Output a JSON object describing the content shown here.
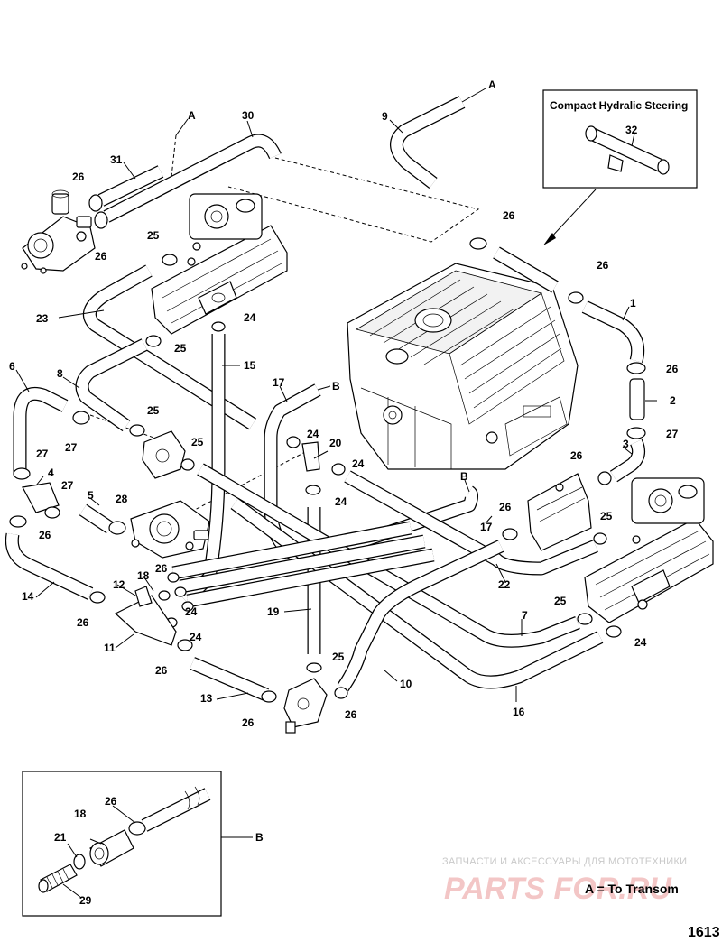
{
  "inset_steering": {
    "title": "Compact Hydralic Steering"
  },
  "legend": {
    "text": "A = To Transom"
  },
  "figure_number": "1613",
  "watermark": {
    "line1": "ЗАПЧАСТИ И АКСЕССУАРЫ ДЛЯ МОТОТЕХНИКИ",
    "line2": "PARTS FOR.RU"
  },
  "connectors": {
    "a1": "A",
    "a2": "A",
    "b1": "B",
    "b2": "B",
    "b3": "B"
  },
  "callouts": {
    "c1": "1",
    "c2": "2",
    "c3": "3",
    "c4": "4",
    "c5": "5",
    "c6": "6",
    "c7": "7",
    "c8": "8",
    "c9": "9",
    "c10": "10",
    "c11": "11",
    "c12": "12",
    "c13": "13",
    "c14": "14",
    "c15": "15",
    "c16": "16",
    "c17a": "17",
    "c17b": "17",
    "c18a": "18",
    "c18b": "18",
    "c19": "19",
    "c20": "20",
    "c21": "21",
    "c22": "22",
    "c23": "23",
    "c24a": "24",
    "c24b": "24",
    "c24c": "24",
    "c24d": "24",
    "c24e": "24",
    "c24f": "24",
    "c24g": "24",
    "c25a": "25",
    "c25b": "25",
    "c25c": "25",
    "c25d": "25",
    "c25e": "25",
    "c25f": "25",
    "c25g": "25",
    "c26a": "26",
    "c26b": "26",
    "c26c": "26",
    "c26d": "26",
    "c26e": "26",
    "c26f": "26",
    "c26g": "26",
    "c26h": "26",
    "c26i": "26",
    "c26j": "26",
    "c26k": "26",
    "c26l": "26",
    "c26m": "26",
    "c27a": "27",
    "c27b": "27",
    "c27c": "27",
    "c27d": "27",
    "c28": "28",
    "c29": "29",
    "c30": "30",
    "c31": "31",
    "c32": "32"
  }
}
